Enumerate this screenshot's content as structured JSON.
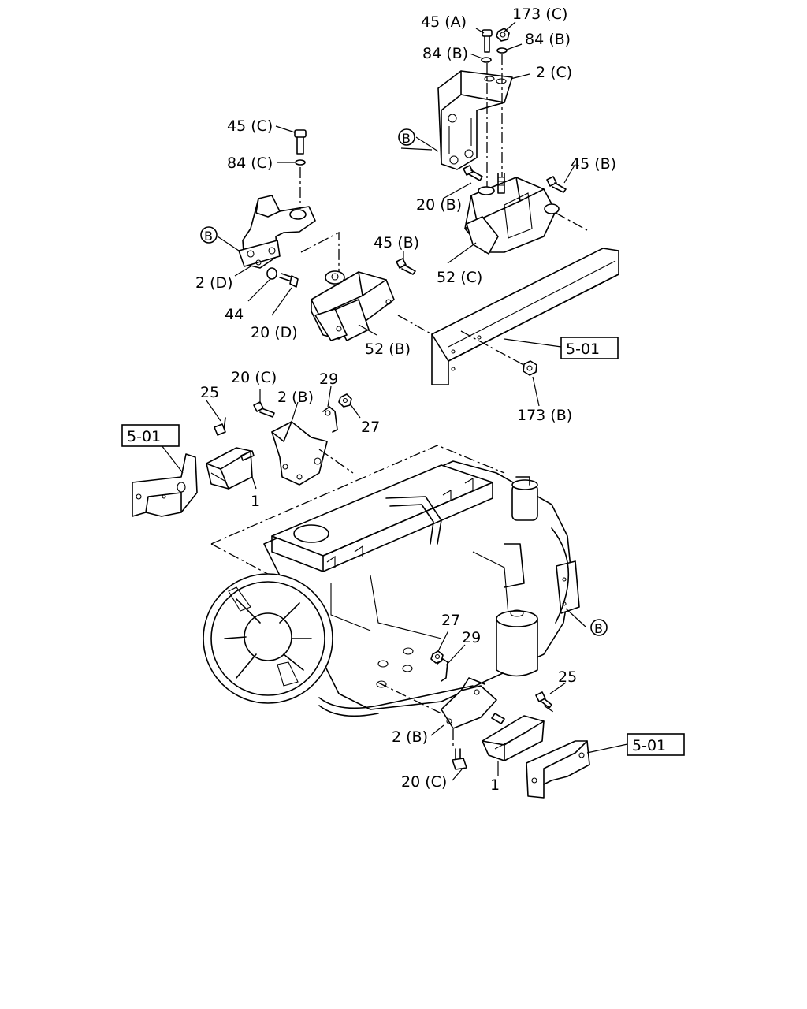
{
  "labels": {
    "l01": "45 (A)",
    "l02": "173 (C)",
    "l03": "84 (B)",
    "l04": "84 (B)",
    "l05": "2 (C)",
    "l06": "45 (C)",
    "l07": "84 (C)",
    "l08": "45 (B)",
    "l09": "20 (B)",
    "l10": "45 (B)",
    "l11": "52 (C)",
    "l12": "2 (D)",
    "l13": "44",
    "l14": "20 (D)",
    "l15": "52 (B)",
    "l16": "173 (B)",
    "l17": "20 (C)",
    "l18": "29",
    "l19": "25",
    "l20": "2 (B)",
    "l21": "27",
    "l22": "1",
    "l23": "27",
    "l24": "29",
    "l25": "25",
    "l26": "2 (B)",
    "l27": "20 (C)",
    "l28": "1"
  },
  "refs": {
    "ref_1": "5-01",
    "ref_2": "5-01",
    "ref_3": "5-01"
  },
  "callouts": {
    "b1": "B",
    "b2": "B",
    "b3": "B"
  },
  "colors": {
    "line": "#000000",
    "background": "#ffffff"
  }
}
